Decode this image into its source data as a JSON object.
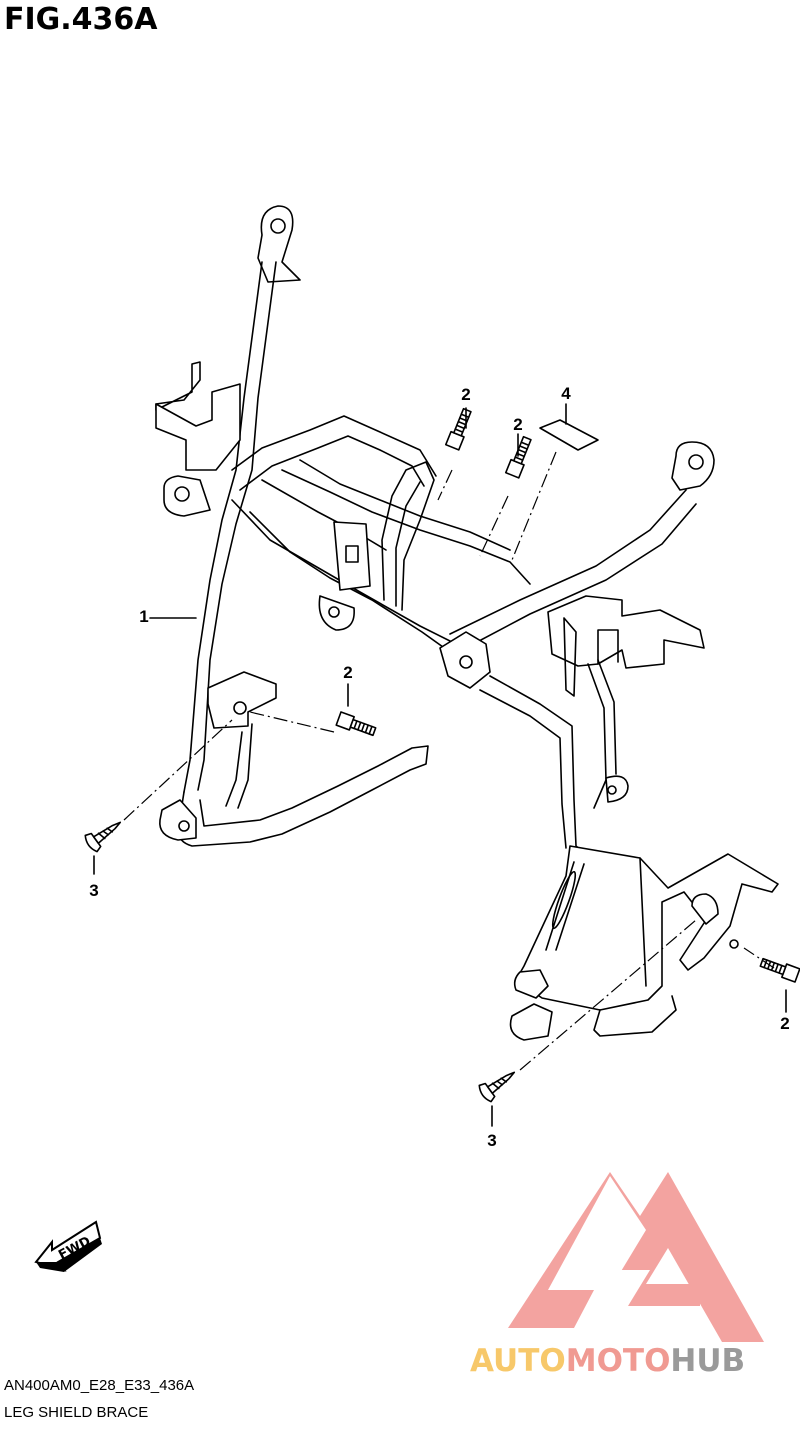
{
  "figure": {
    "title": "FIG.436A",
    "code": "AN400AM0_E28_E33_436A",
    "description": "LEG SHIELD BRACE"
  },
  "callouts": [
    {
      "id": "c1",
      "label": "1"
    },
    {
      "id": "c2a",
      "label": "2"
    },
    {
      "id": "c2b",
      "label": "2"
    },
    {
      "id": "c2c",
      "label": "2"
    },
    {
      "id": "c2d",
      "label": "2"
    },
    {
      "id": "c3a",
      "label": "3"
    },
    {
      "id": "c3b",
      "label": "3"
    },
    {
      "id": "c4",
      "label": "4"
    }
  ],
  "fwd_label": "FWD",
  "watermark": {
    "part1": "AUTO",
    "part2": "MOTO",
    "part3": "HUB",
    "colors": {
      "auto": "#f7c86a",
      "moto": "#f09a92",
      "hub": "#9a9a9a",
      "logo": "#f29a96"
    }
  }
}
